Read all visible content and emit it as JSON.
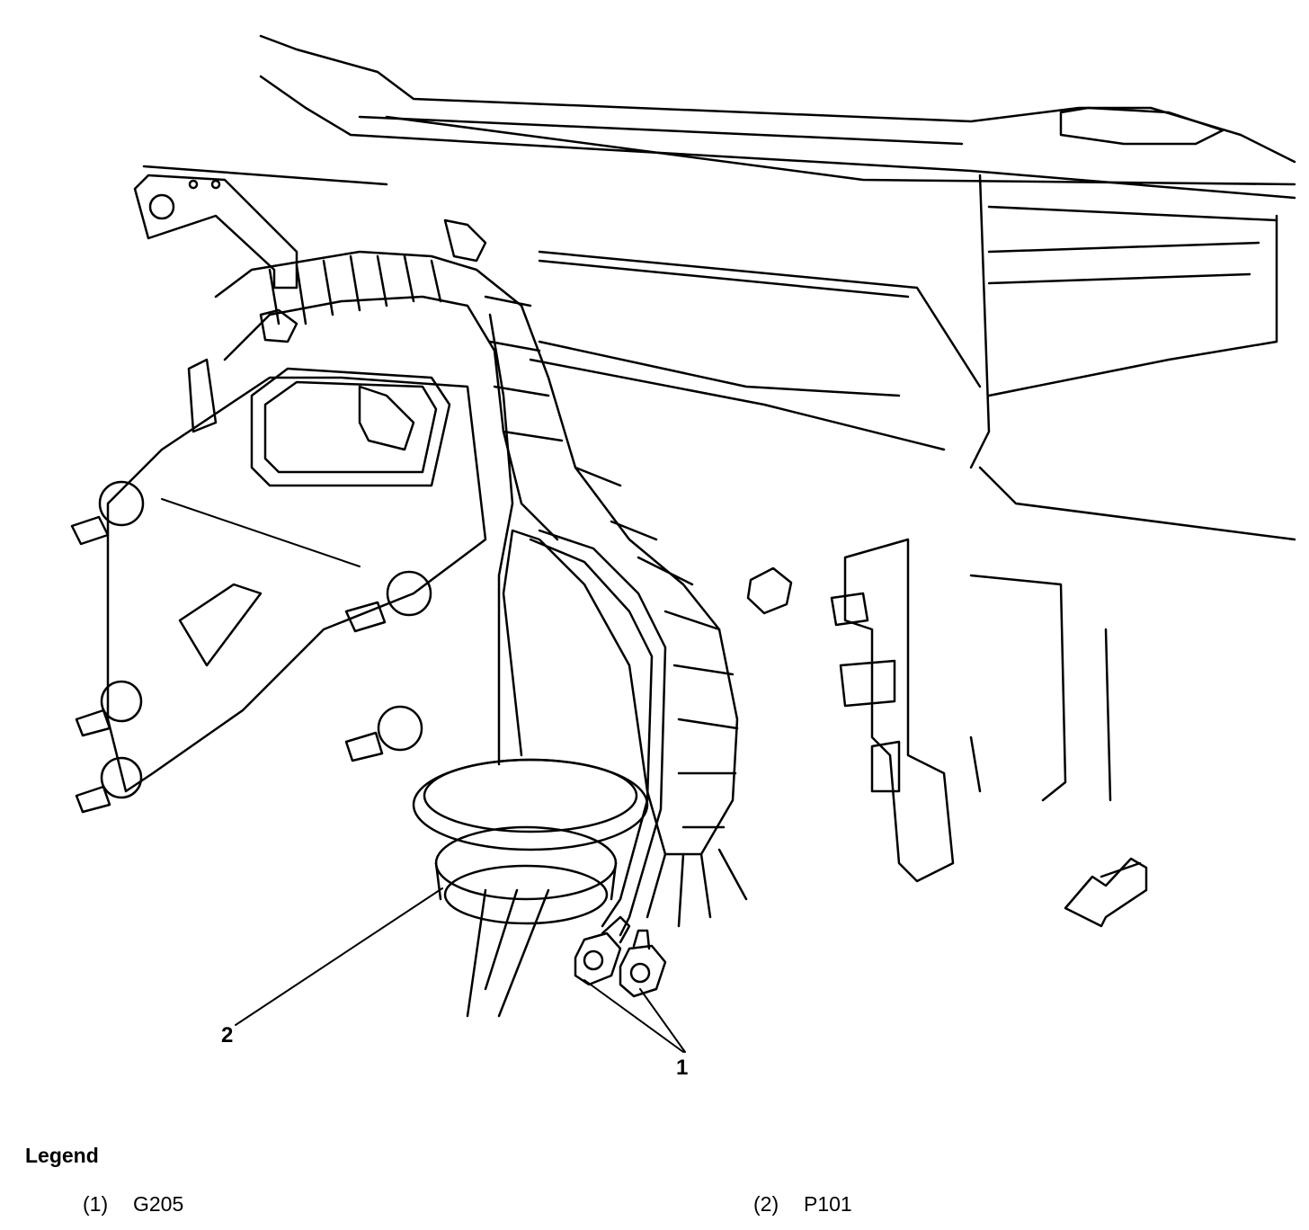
{
  "callouts": [
    {
      "number": "1"
    },
    {
      "number": "2"
    }
  ],
  "legend": {
    "title": "Legend",
    "entries": [
      {
        "number": "(1)",
        "label": "G205"
      },
      {
        "number": "(2)",
        "label": "P101"
      }
    ]
  },
  "colors": {
    "line": "#000000",
    "background": "#ffffff"
  }
}
